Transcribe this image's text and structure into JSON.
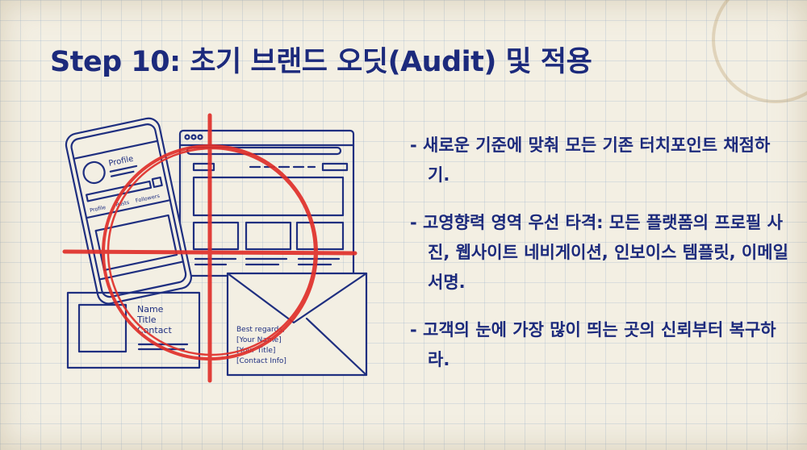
{
  "title": "Step 10: 초기 브랜드 오딧(Audit) 및 적용",
  "bullets": [
    "- 새로운 기준에 맞춰 모든 기존 터치포인트 채점하기.",
    "- 고영향력 영역 우선 타격: 모든 플랫폼의 프로필 사진, 웹사이트 네비게이션, 인보이스 템플릿, 이메일 서명.",
    "- 고객의 눈에 가장 많이 띄는 곳의 신뢰부터 복구하라."
  ],
  "illustration": {
    "phone": {
      "title": "Profile",
      "tabs": [
        "Profile",
        "Posts",
        "Followers"
      ]
    },
    "business_card": {
      "lines": [
        "Name",
        "Title",
        "Contact"
      ]
    },
    "email_signature": {
      "lines": [
        "Best regards,",
        "[Your Name]",
        "[Your Title]",
        "[Contact Info]"
      ]
    }
  },
  "colors": {
    "ink": "#1f2f80",
    "target": "#e0302a",
    "paper": "#f3efe3"
  }
}
